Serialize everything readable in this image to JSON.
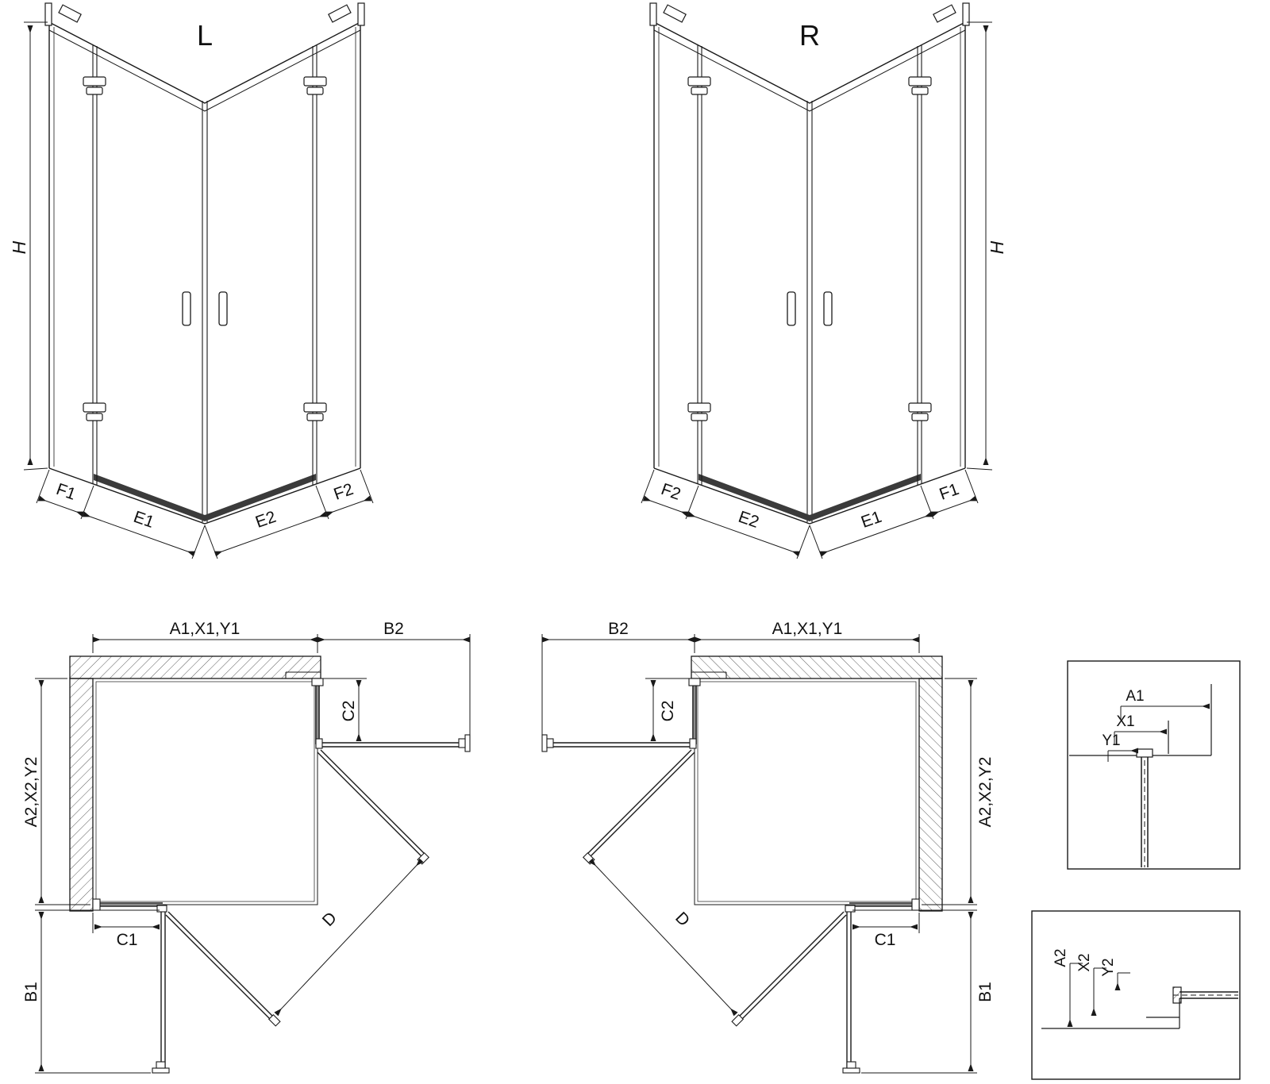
{
  "colors": {
    "line": "#1a1a1a",
    "background": "#ffffff",
    "threshold": "#3b3b3b"
  },
  "v3l": {
    "variant": "L",
    "h": "H",
    "f1": "F1",
    "e1": "E1",
    "e2": "E2",
    "f2": "F2"
  },
  "v3r": {
    "variant": "R",
    "h": "H",
    "f1": "F1",
    "e1": "E1",
    "e2": "E2",
    "f2": "F2"
  },
  "planL": {
    "a1": "A1,X1,Y1",
    "b2": "B2",
    "c2": "C2",
    "a2": "A2,X2,Y2",
    "c1": "C1",
    "b1": "B1",
    "d": "D"
  },
  "planR": {
    "a1": "A1,X1,Y1",
    "b2": "B2",
    "c2": "C2",
    "a2": "A2,X2,Y2",
    "c1": "C1",
    "b1": "B1",
    "d": "D"
  },
  "detailTop": {
    "a1": "A1",
    "x1": "X1",
    "y1": "Y1"
  },
  "detailBottom": {
    "a2": "A2",
    "x2": "X2",
    "y2": "Y2"
  }
}
